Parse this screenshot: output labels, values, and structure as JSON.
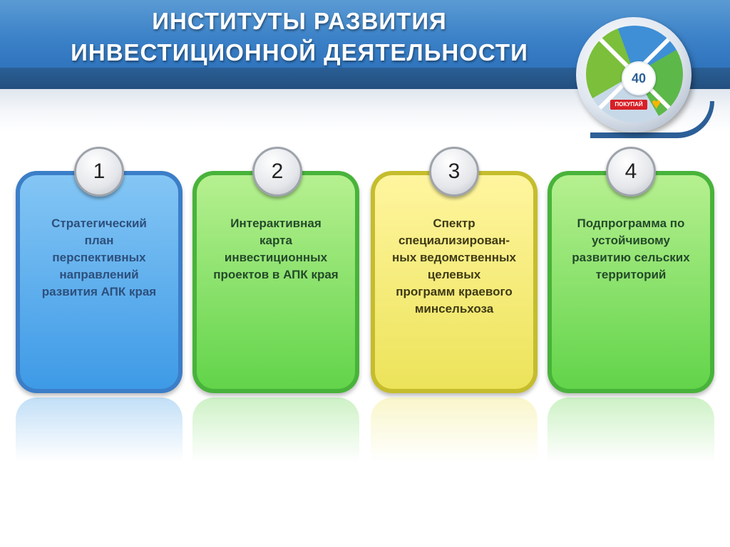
{
  "header": {
    "title_line1": "ИНСТИТУТЫ РАЗВИТИЯ",
    "title_line2": "ИНВЕСТИЦИОННОЙ ДЕЯТЕЛЬНОСТИ"
  },
  "badge": {
    "page_number": "40",
    "label": "ПОКУПАЙ"
  },
  "cards": [
    {
      "number": "1",
      "lines": [
        "Стратегический",
        "план",
        "перспективных",
        "направлений",
        "развития АПК края"
      ],
      "color": "#3e9ae6"
    },
    {
      "number": "2",
      "lines": [
        "Интерактивная",
        "карта",
        "инвестиционных",
        "проектов в АПК края"
      ],
      "color": "#62d44a"
    },
    {
      "number": "3",
      "lines": [
        "Спектр",
        "специализирован-",
        "ных ведомственных",
        "целевых",
        "программ краевого",
        "минсельхоза"
      ],
      "color": "#ece35a"
    },
    {
      "number": "4",
      "lines": [
        "Подпрограмма по",
        "устойчивому",
        "развитию сельских",
        "территорий"
      ],
      "color": "#62d44a"
    }
  ]
}
